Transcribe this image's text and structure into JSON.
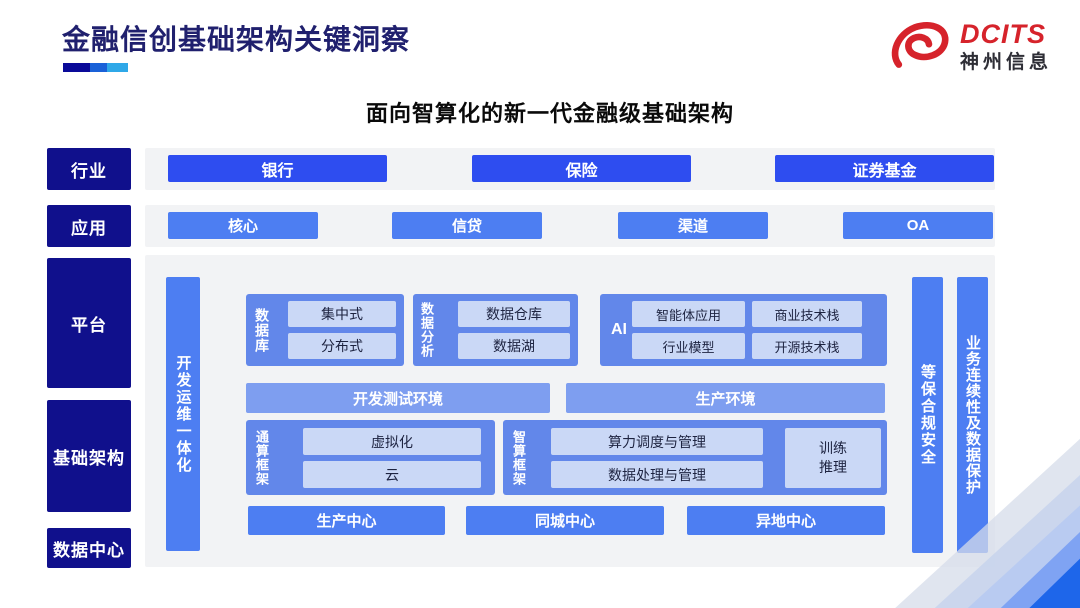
{
  "page": {
    "title": "金融信创基础架构关键洞察",
    "subtitle": "面向智算化的新一代金融级基础架构"
  },
  "logo": {
    "brand": "DCITS",
    "company": "神州信息"
  },
  "layers": {
    "industry": {
      "label": "行业",
      "items": [
        "银行",
        "保险",
        "证券基金"
      ]
    },
    "application": {
      "label": "应用",
      "items": [
        "核心",
        "信贷",
        "渠道",
        "OA"
      ]
    },
    "platform_label": "平台",
    "infrastructure_label": "基础架构",
    "datacenter_label": "数据中心"
  },
  "pillars": {
    "left": "开发运维一体化",
    "right1": "等保合规安全",
    "right2": "业务连续性及数据保护"
  },
  "platform": {
    "database": {
      "label": "数据库",
      "items": [
        "集中式",
        "分布式"
      ]
    },
    "analytics": {
      "label": "数据分析",
      "items": [
        "数据仓库",
        "数据湖"
      ]
    },
    "ai": {
      "label": "AI",
      "left": [
        "智能体应用",
        "行业模型"
      ],
      "right": [
        "商业技术栈",
        "开源技术栈"
      ]
    },
    "environments": [
      "开发测试环境",
      "生产环境"
    ]
  },
  "infrastructure": {
    "general": {
      "label": "通算框架",
      "items": [
        "虚拟化",
        "云"
      ]
    },
    "intelligent": {
      "label": "智算框架",
      "items": [
        "算力调度与管理",
        "数据处理与管理"
      ],
      "side": "训练\n推理"
    }
  },
  "datacenter": {
    "items": [
      "生产中心",
      "同城中心",
      "异地中心"
    ]
  },
  "colors": {
    "navy": "#10108c",
    "bright_blue": "#2e4df0",
    "medium_blue": "#4d7ef2",
    "block_blue": "#6287ea",
    "env_blue": "#7e9ef0",
    "inner_blue": "#cad8f6",
    "panel_gray": "#f2f3f5",
    "title_navy": "#20206e",
    "brand_red": "#d6232b"
  }
}
